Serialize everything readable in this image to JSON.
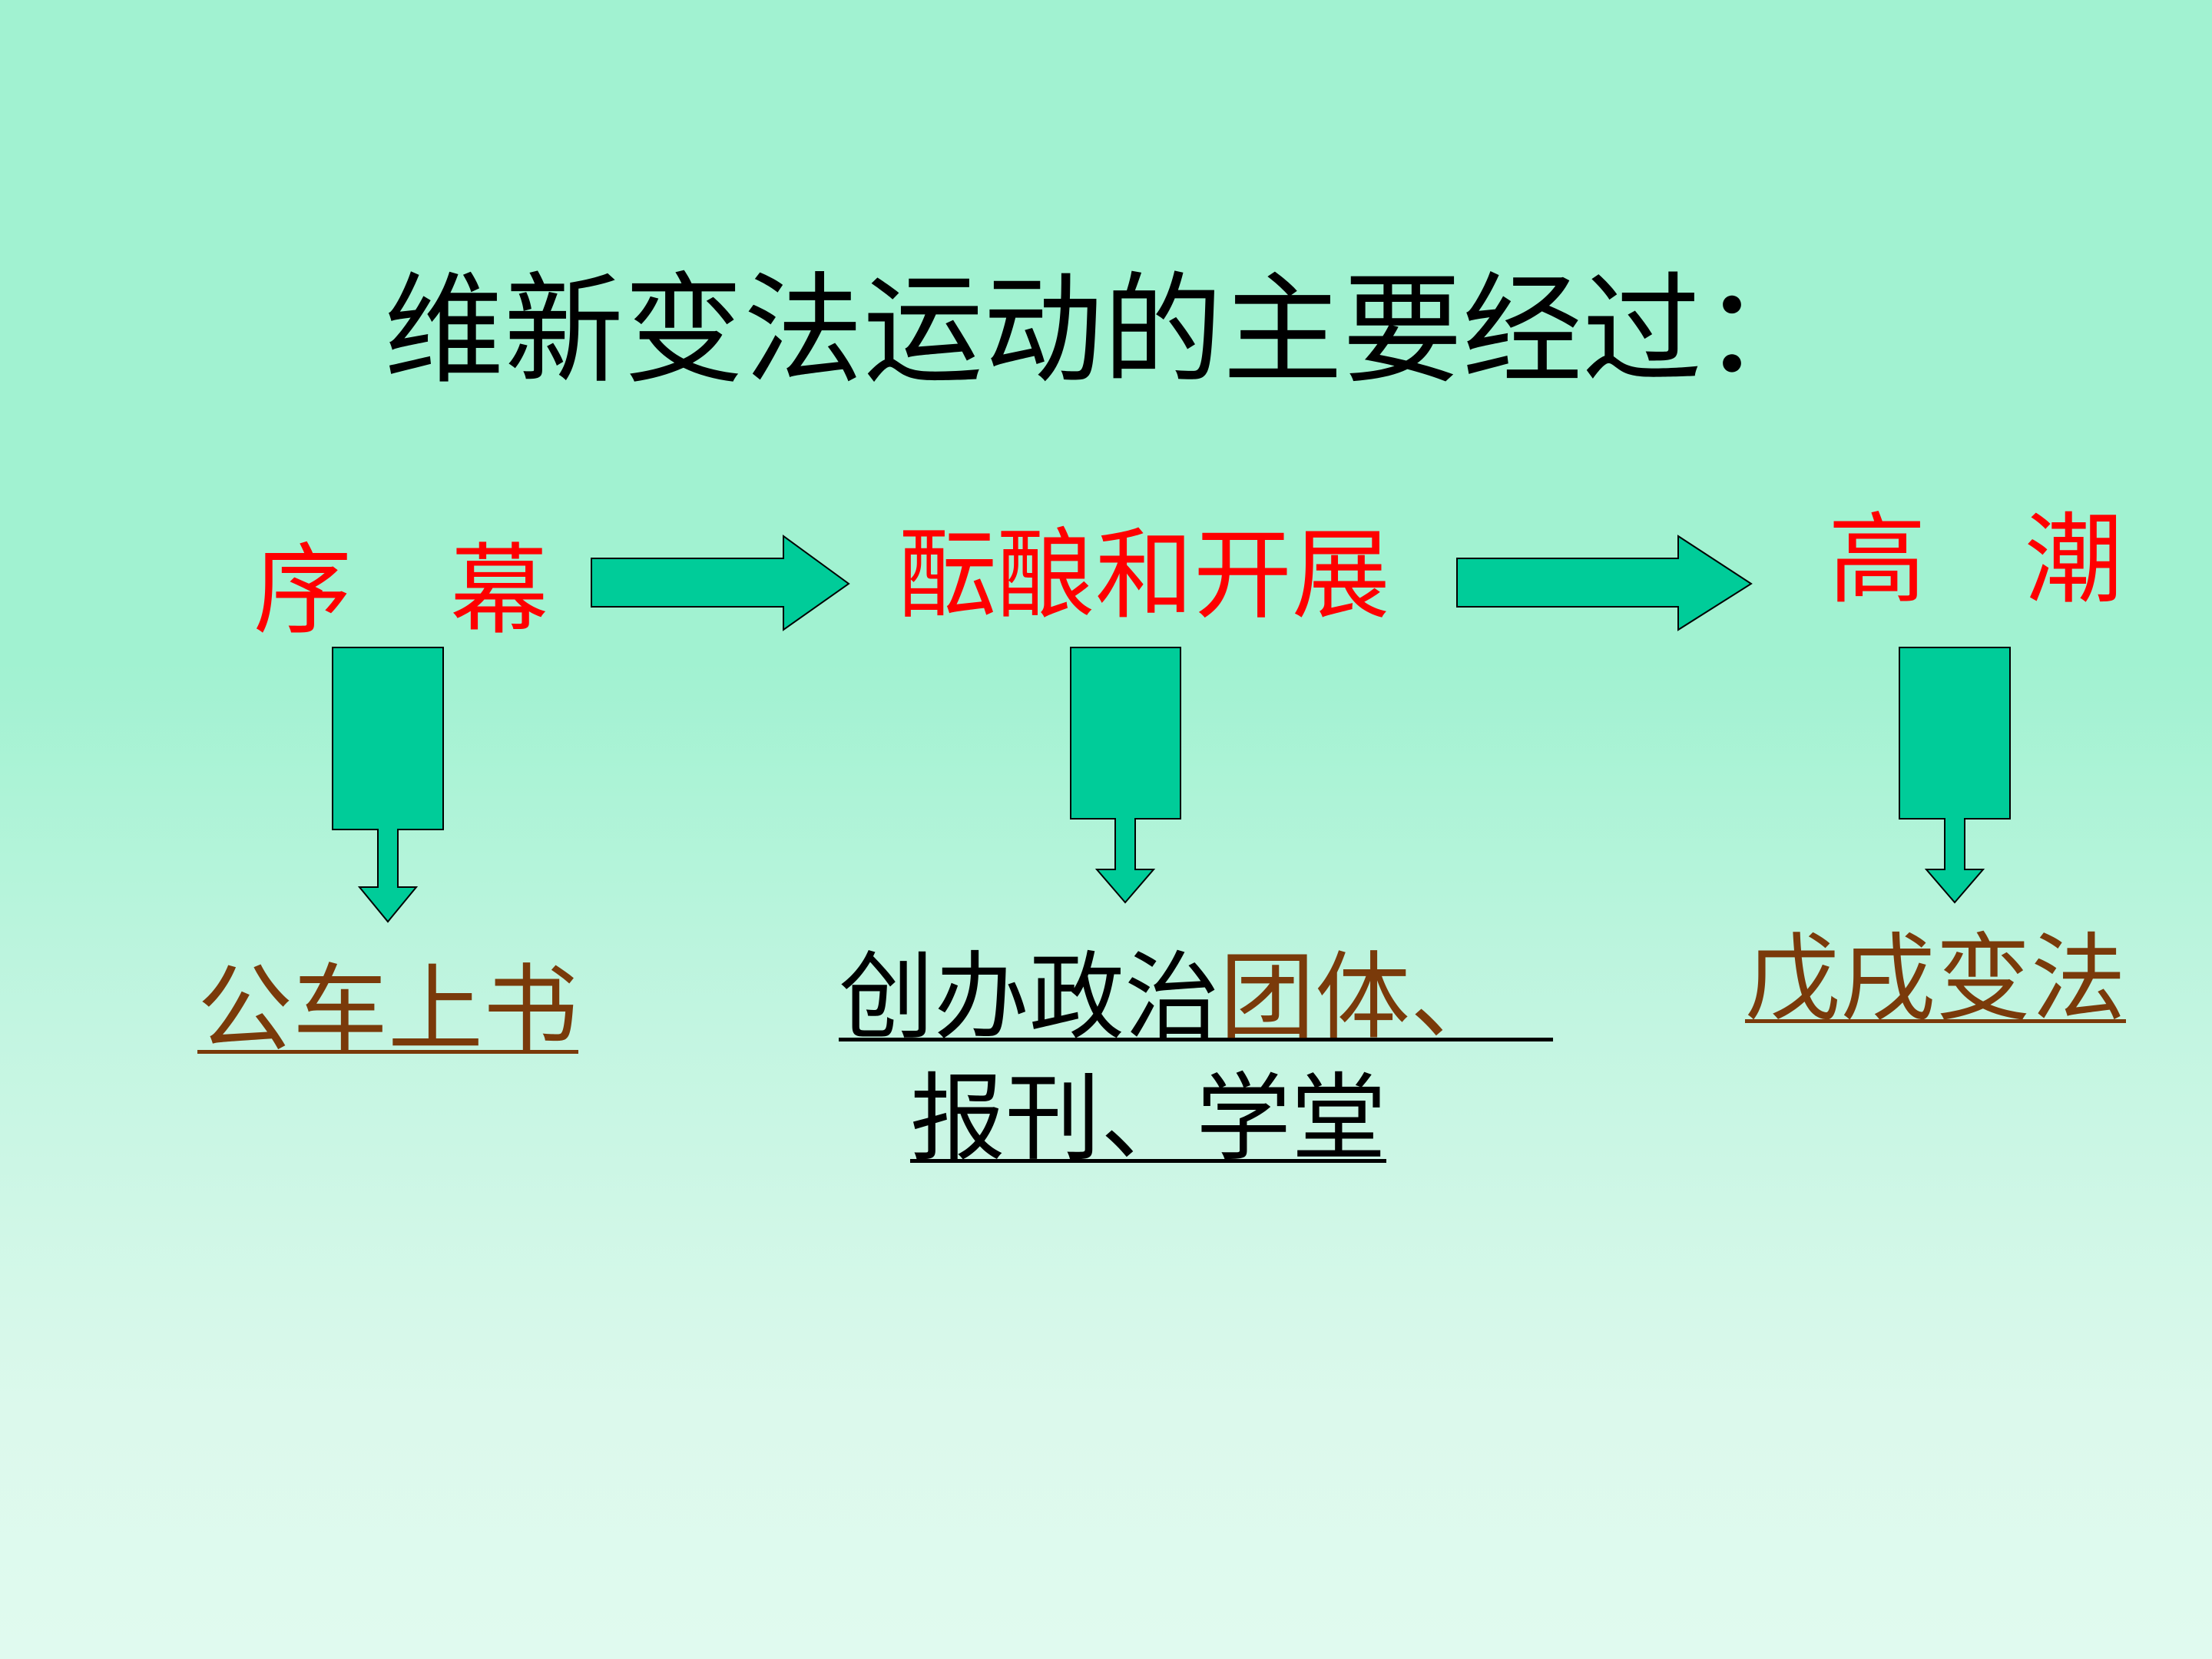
{
  "title": "维新变法运动的主要经过：",
  "stages": [
    {
      "label": "序　幕"
    },
    {
      "label": "酝酿和开展"
    },
    {
      "label": "高　潮"
    }
  ],
  "results": {
    "prologue": "公车上书",
    "development": {
      "line1_part1": "创办政治",
      "line1_part2": "团体、",
      "line2": "报刊、学堂"
    },
    "climax": "戊戌变法"
  },
  "colors": {
    "stage_text": "#ff0000",
    "result_link": "#7a3a0a",
    "arrow_fill": "#00cc99",
    "arrow_stroke": "#000000"
  }
}
